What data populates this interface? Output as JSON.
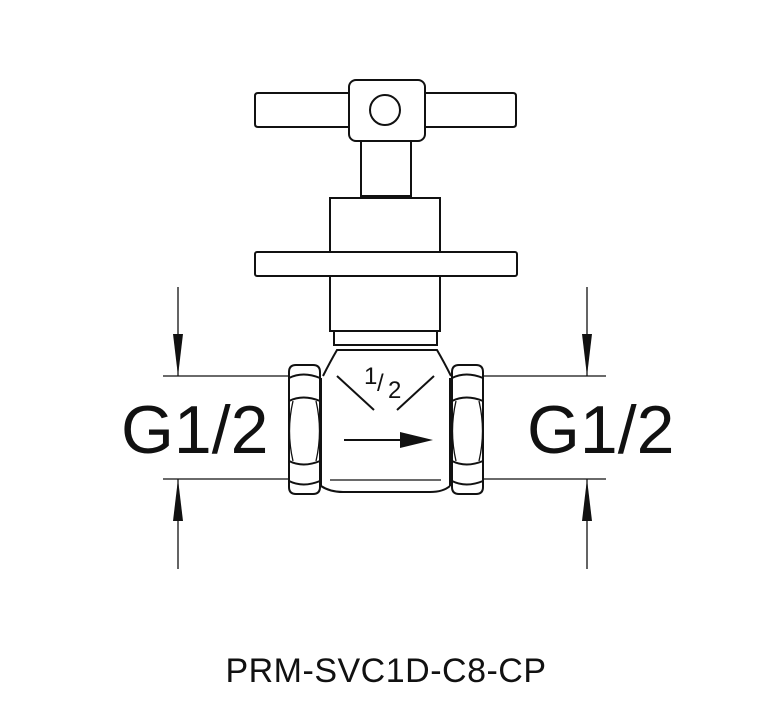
{
  "drawing": {
    "thread_left": "G1/2",
    "thread_right": "G1/2",
    "size_numerator": "1",
    "size_slash": "/",
    "size_denominator": "2",
    "model_code": "PRM-SVC1D-C8-CP",
    "line_color": "#111111",
    "background_color": "#ffffff"
  }
}
